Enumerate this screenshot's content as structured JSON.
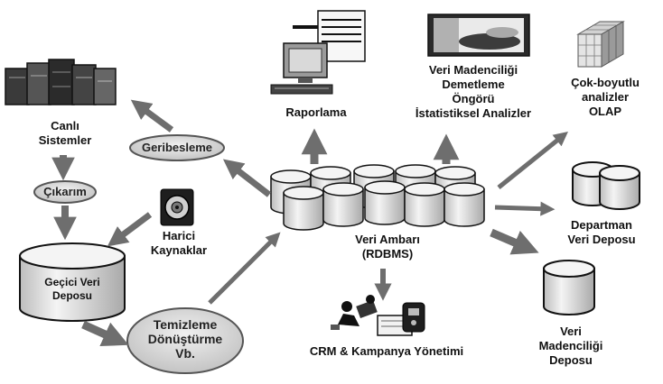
{
  "labels": {
    "canli_sistemler": [
      "Canlı",
      "Sistemler"
    ],
    "cikarim": "Çıkarım",
    "geribesleme": "Geribesleme",
    "gecici_veri_deposu": [
      "Geçici Veri",
      "Deposu"
    ],
    "harici_kaynaklar": [
      "Harici",
      "Kaynaklar"
    ],
    "temizleme": [
      "Temizleme",
      "Dönüştürme",
      "Vb."
    ],
    "raporlama": "Raporlama",
    "veri_madenciligi_block": [
      "Veri Madenciliği",
      "Demetleme",
      "Öngörü",
      "İstatistiksel Analizler"
    ],
    "olap": [
      "Çok-boyutlu",
      "analizler",
      "OLAP"
    ],
    "veri_ambari": [
      "Veri Ambarı",
      "(RDBMS)"
    ],
    "departman": [
      "Departman",
      "Veri Deposu"
    ],
    "crm": "CRM & Kampanya Yönetimi",
    "veri_madenciligi_deposu": [
      "Veri",
      "Madenciliği",
      "Deposu"
    ]
  },
  "icons": {
    "live_systems": "server-rack-icon",
    "external_sources": "disk-drive-icon",
    "reporting": "computer-terminal-icon",
    "data_mining": "data-mining-screen-icon",
    "olap": "cube-icon",
    "crm": "crm-people-icon"
  },
  "colors": {
    "arrow": "#6e6e6e",
    "cylinder_fill": "#e8e8e8",
    "pill_fill": "#dcdcdc",
    "outline": "#111111"
  }
}
